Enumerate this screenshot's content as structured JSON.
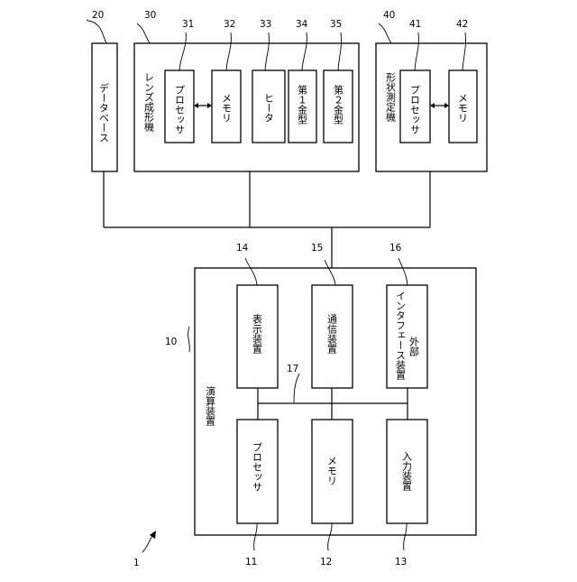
{
  "figure": {
    "system_ref": "1",
    "database": {
      "ref": "20",
      "label": "データベース"
    },
    "lens_molding_machine": {
      "ref": "30",
      "title": "レンズ成形機",
      "parts": [
        {
          "ref": "31",
          "label": "プロセッサ"
        },
        {
          "ref": "32",
          "label": "メモリ"
        },
        {
          "ref": "33",
          "label": "ヒータ"
        },
        {
          "ref": "34",
          "label": "第１金型"
        },
        {
          "ref": "35",
          "label": "第２金型"
        }
      ]
    },
    "shape_measuring_machine": {
      "ref": "40",
      "title": "形状測定機",
      "parts": [
        {
          "ref": "41",
          "label": "プロセッサ"
        },
        {
          "ref": "42",
          "label": "メモリ"
        }
      ]
    },
    "computing_device": {
      "ref": "10",
      "title": "演算装置",
      "bus_ref": "17",
      "parts": [
        {
          "ref": "11",
          "label": "プロセッサ"
        },
        {
          "ref": "12",
          "label": "メモリ"
        },
        {
          "ref": "13",
          "label": "入力装置"
        },
        {
          "ref": "14",
          "label": "表示装置"
        },
        {
          "ref": "15",
          "label": "通信装置"
        },
        {
          "ref": "16",
          "label_line1": "外部",
          "label_line2": "インタフェース装置"
        }
      ]
    }
  }
}
